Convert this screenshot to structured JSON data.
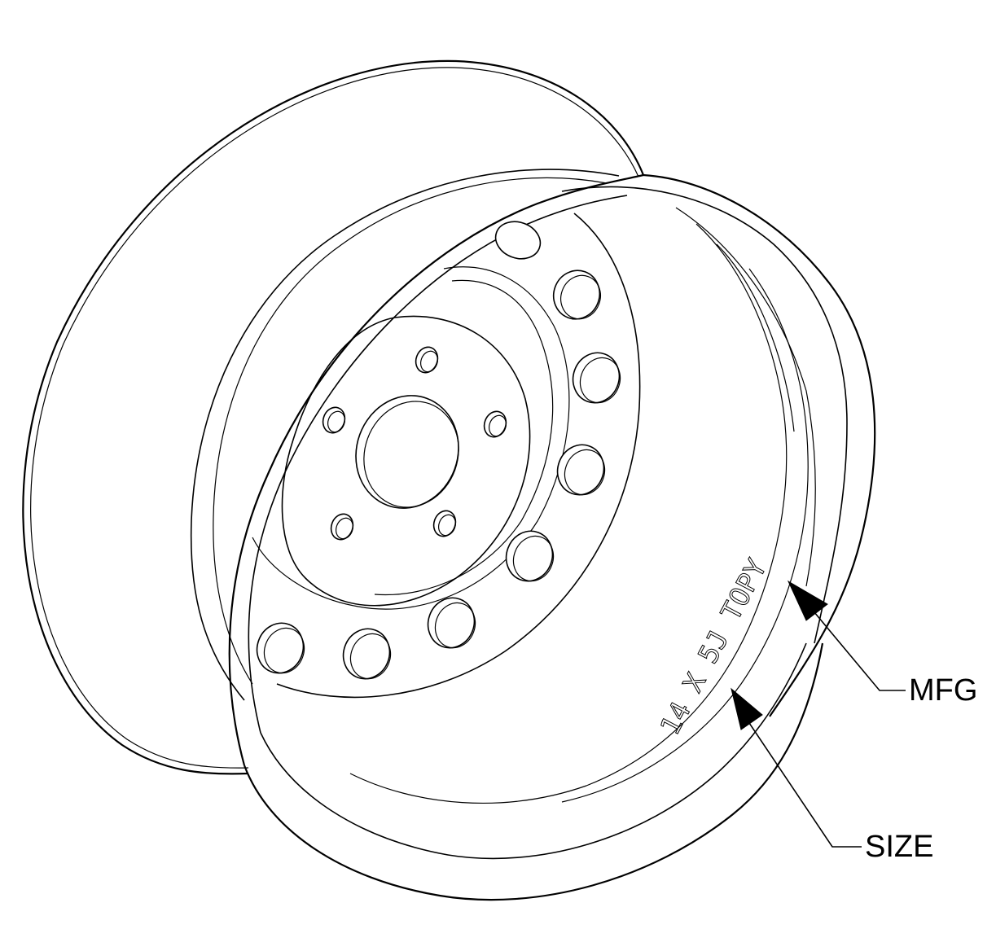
{
  "wheel": {
    "stamp_text": "14 X 5J TOPY"
  },
  "callouts": {
    "mfg_label": "MFG",
    "size_label": "SIZE"
  }
}
